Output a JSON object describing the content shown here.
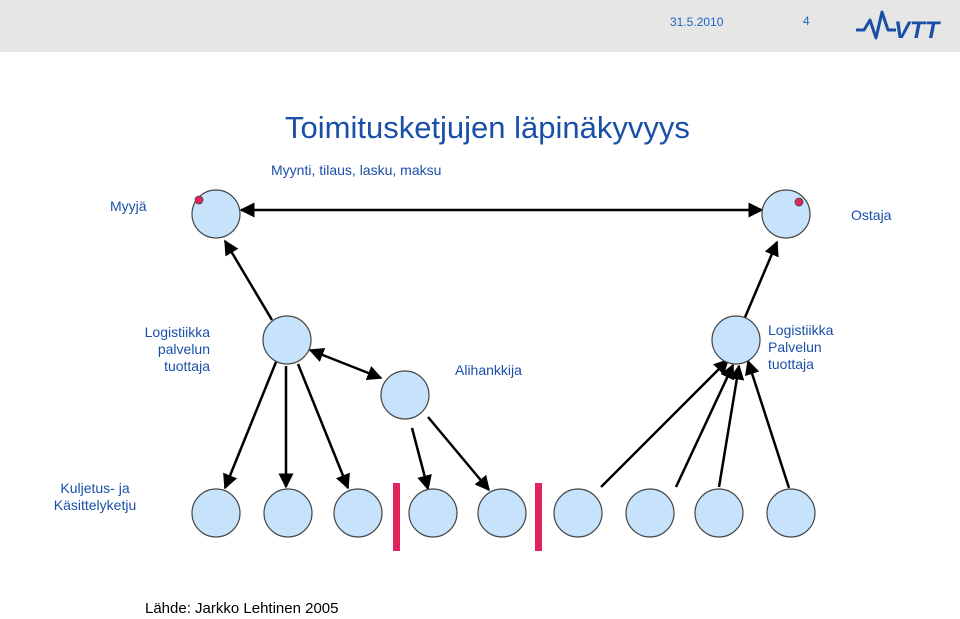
{
  "header": {
    "date": "31.5.2010",
    "page_number": "4",
    "logo_text": "VTT"
  },
  "title": "Toimitusketjujen läpinäkyvyys",
  "subtitle": "Myynti, tilaus, lasku, maksu",
  "labels": {
    "seller": "Myyjä",
    "buyer": "Ostaja",
    "logistics_left": "Logistiikka\npalvelun\ntuottaja",
    "subcontractor": "Alihankkija",
    "logistics_right": "Logistiikka\nPalvelun\ntuottaja",
    "transport_chain": "Kuljetus- ja\nKäsittelyketju"
  },
  "source": "Lähde: Jarkko Lehtinen 2005",
  "colors": {
    "node_fill": "#c6e3fb",
    "node_stroke": "#444444",
    "edge": "#000000",
    "marker_red": "#e0245e",
    "text_blue": "#1a4fa8",
    "header_blue": "#1a67c2"
  }
}
